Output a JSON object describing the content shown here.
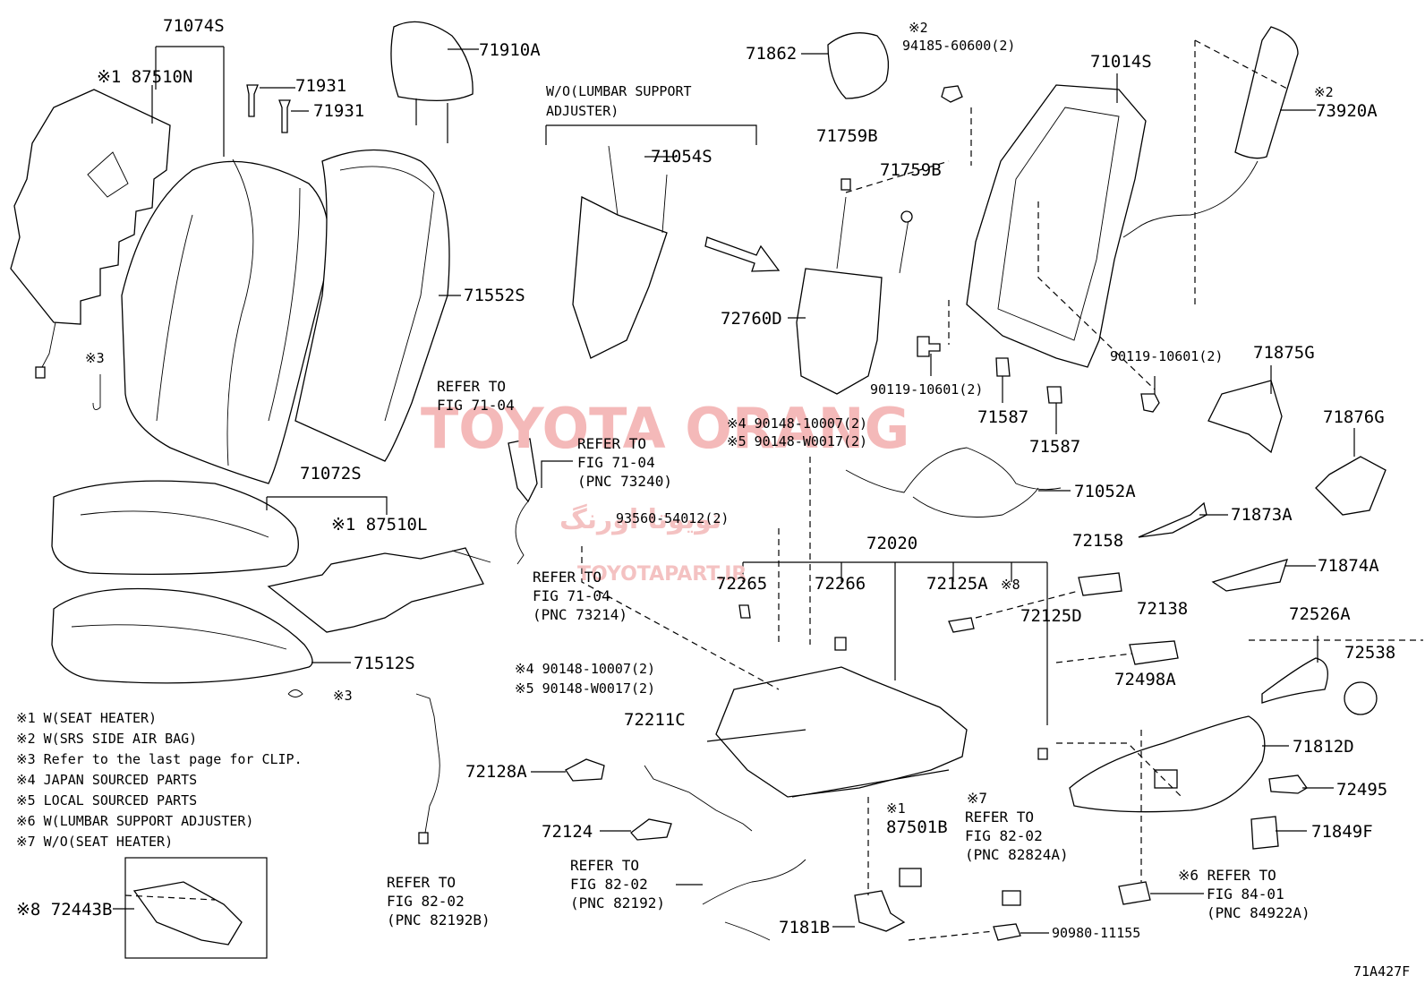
{
  "diagram_id": "71A427F",
  "watermark": {
    "brand": "TOYOTA ORANG",
    "persian": "تویوتا اورنگ",
    "site": "TOYOTAPART.IR"
  },
  "parts": [
    {
      "id": "71074S",
      "label": "71074S"
    },
    {
      "id": "87510N",
      "label": "※1 87510N"
    },
    {
      "id": "71931-a",
      "label": "71931"
    },
    {
      "id": "71931-b",
      "label": "71931"
    },
    {
      "id": "71910A",
      "label": "71910A"
    },
    {
      "id": "71552S",
      "label": "71552S"
    },
    {
      "id": "71862",
      "label": "71862"
    },
    {
      "id": "94185",
      "label": "94185-60600(2)"
    },
    {
      "id": "71014S",
      "label": "71014S"
    },
    {
      "id": "73920A",
      "label": "73920A"
    },
    {
      "id": "71054S",
      "label": "71054S"
    },
    {
      "id": "71759B-a",
      "label": "71759B"
    },
    {
      "id": "71759B-b",
      "label": "71759B"
    },
    {
      "id": "72760D",
      "label": "72760D"
    },
    {
      "id": "90119-a",
      "label": "90119-10601(2)"
    },
    {
      "id": "90119-b",
      "label": "90119-10601(2)"
    },
    {
      "id": "71587-a",
      "label": "71587"
    },
    {
      "id": "71587-b",
      "label": "71587"
    },
    {
      "id": "71875G",
      "label": "71875G"
    },
    {
      "id": "71876G",
      "label": "71876G"
    },
    {
      "id": "71072S",
      "label": "71072S"
    },
    {
      "id": "87510L",
      "label": "※1 87510L"
    },
    {
      "id": "71512S",
      "label": "71512S"
    },
    {
      "id": "71052A",
      "label": "71052A"
    },
    {
      "id": "93560",
      "label": "93560-54012(2)"
    },
    {
      "id": "72020",
      "label": "72020"
    },
    {
      "id": "72158",
      "label": "72158"
    },
    {
      "id": "71873A",
      "label": "71873A"
    },
    {
      "id": "71874A",
      "label": "71874A"
    },
    {
      "id": "72265",
      "label": "72265"
    },
    {
      "id": "72266",
      "label": "72266"
    },
    {
      "id": "72125A",
      "label": "72125A"
    },
    {
      "id": "72125D",
      "label": "72125D"
    },
    {
      "id": "72138",
      "label": "72138"
    },
    {
      "id": "72526A",
      "label": "72526A"
    },
    {
      "id": "72538",
      "label": "72538"
    },
    {
      "id": "72498A",
      "label": "72498A"
    },
    {
      "id": "71812D",
      "label": "71812D"
    },
    {
      "id": "72211C",
      "label": "72211C"
    },
    {
      "id": "72128A",
      "label": "72128A"
    },
    {
      "id": "72124",
      "label": "72124"
    },
    {
      "id": "72495",
      "label": "72495"
    },
    {
      "id": "71849F",
      "label": "71849F"
    },
    {
      "id": "87501B",
      "label": "87501B"
    },
    {
      "id": "7181B",
      "label": "7181B"
    },
    {
      "id": "90980",
      "label": "90980-11155"
    },
    {
      "id": "72443B",
      "label": "※8 72443B"
    }
  ],
  "markers": {
    "m2_94185": "※2",
    "m2_73920A": "※2",
    "m3_top": "※3",
    "m3_bottom": "※3",
    "m4_top": "※4 90148-10007(2)",
    "m5_top": "※5 90148-W0017(2)",
    "m4_bottom": "※4 90148-10007(2)",
    "m5_bottom": "※5 90148-W0017(2)",
    "m8_72125D": "※8",
    "m1_87501B": "※1"
  },
  "lumbar_group": {
    "line1": "W/O(LUMBAR SUPPORT",
    "line2": "ADJUSTER)"
  },
  "references": {
    "r1": [
      "REFER TO",
      "FIG 71-04"
    ],
    "r2": [
      "REFER TO",
      "FIG 71-04",
      "(PNC 73240)"
    ],
    "r3": [
      "REFER TO",
      "FIG 71-04",
      "(PNC 73214)"
    ],
    "r4": [
      "REFER TO",
      "FIG 82-02",
      "(PNC 82192B)"
    ],
    "r5": [
      "REFER TO",
      "FIG 82-02",
      "(PNC 82192)"
    ],
    "r6": [
      "※7",
      "REFER TO",
      "FIG 82-02",
      "(PNC 82824A)"
    ],
    "r7": [
      "※6 REFER TO",
      "FIG 84-01",
      "(PNC 84922A)"
    ]
  },
  "legend": [
    "※1 W(SEAT HEATER)",
    "※2 W(SRS SIDE AIR BAG)",
    "※3 Refer to the last page for CLIP.",
    "※4 JAPAN SOURCED PARTS",
    "※5 LOCAL SOURCED PARTS",
    "※6 W(LUMBAR SUPPORT ADJUSTER)",
    "※7 W/O(SEAT HEATER)"
  ]
}
